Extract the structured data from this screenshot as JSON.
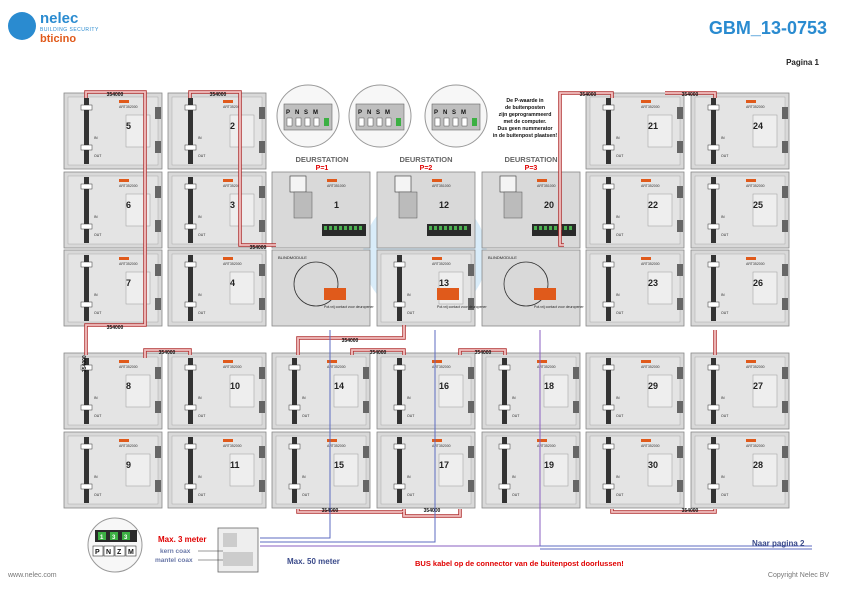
{
  "header": {
    "logo_name": "nelec",
    "logo_tagline": "BUILDING SECURITY",
    "logo_brand": "bticino",
    "doc_title": "GBM_13-0753",
    "page": "Pagina 1"
  },
  "module_label": "ART352000",
  "cable_label": "354000",
  "port_in": "IN",
  "port_out": "OUT",
  "stations": [
    {
      "title": "DEURSTATION",
      "p": "P=1"
    },
    {
      "title": "DEURSTATION",
      "p": "P=2"
    },
    {
      "title": "DEURSTATION",
      "p": "P=3"
    }
  ],
  "station_art": "ART351000",
  "blind_label": "BLINDMODULE",
  "push_label": "Pot.vrij contact voor deuropener",
  "dip_labels": [
    "P",
    "N",
    "S",
    "M"
  ],
  "note": [
    "De P-waarde in",
    "de buitenposten",
    "zijn geprogrammeerd",
    "met de computer.",
    "Dus geen nummerator",
    "in de buitenpost plaatsen!"
  ],
  "modules": [
    "5",
    "2",
    "21",
    "24",
    "6",
    "3",
    "1",
    "12",
    "20",
    "22",
    "25",
    "7",
    "4",
    "13",
    "23",
    "26",
    "8",
    "10",
    "14",
    "16",
    "18",
    "29",
    "27",
    "9",
    "11",
    "15",
    "17",
    "19",
    "30",
    "28"
  ],
  "connector_labels": [
    "P",
    "N",
    "Z",
    "M"
  ],
  "connector_nums": [
    "1",
    "3",
    "3"
  ],
  "max3": "Max. 3 meter",
  "kern": "kern coax",
  "mantel": "mantel coax",
  "max50": "Max. 50 meter",
  "bus_note": "BUS kabel op de connector van de buitenpost doorlussen!",
  "naar": "Naar pagina 2",
  "footer_left": "www.nelec.com",
  "footer_right": "Copyright Nelec BV",
  "colors": {
    "brand": "#2a8bd0",
    "accent": "#e05a1b",
    "red": "#e00000",
    "panel": "#d9d9d9",
    "cable": "#d36a6a"
  }
}
